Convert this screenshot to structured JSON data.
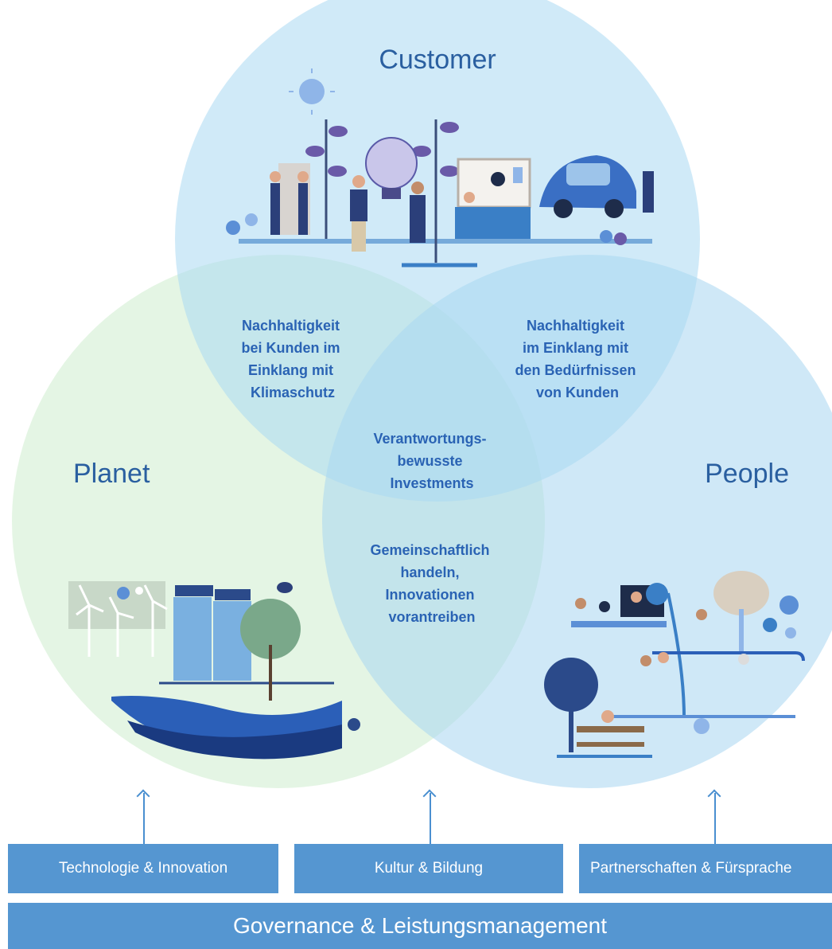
{
  "circles": {
    "customer": {
      "title": "Customer"
    },
    "planet": {
      "title": "Planet"
    },
    "people": {
      "title": "People"
    }
  },
  "overlaps": {
    "customer_planet": [
      "Nachhaltigkeit",
      "bei Kunden im",
      "Einklang mit",
      "Klimaschutz"
    ],
    "customer_people": [
      "Nachhaltigkeit",
      "im Einklang mit",
      "den Bedürfnissen",
      "von Kunden"
    ],
    "center": [
      "Verantwortungs-",
      "bewusste",
      "Investments"
    ],
    "planet_people": [
      "Gemeinschaftlich",
      "handeln,",
      "Innovationen",
      "vorantreiben"
    ]
  },
  "pillars": [
    {
      "label": "Technologie & Innovation"
    },
    {
      "label": "Kultur & Bildung"
    },
    {
      "label": "Partnerschaften & Fürsprache"
    }
  ],
  "foundation": {
    "label": "Governance & Leistungsmanagement"
  },
  "colors": {
    "customer_fill": "#bfe3f5",
    "planet_fill": "#dcf1dc",
    "people_fill": "#bfe0f4",
    "accent_blue": "#2a63b4",
    "bar_blue": "#5596d1"
  },
  "icons": [
    "sun-icon",
    "lightbulb-icon",
    "electric-car-icon",
    "gear-icon",
    "wind-turbine-icon",
    "solar-panel-icon",
    "tree-icon",
    "wave-icon",
    "globe-icon",
    "bench-icon",
    "bird-icon"
  ]
}
